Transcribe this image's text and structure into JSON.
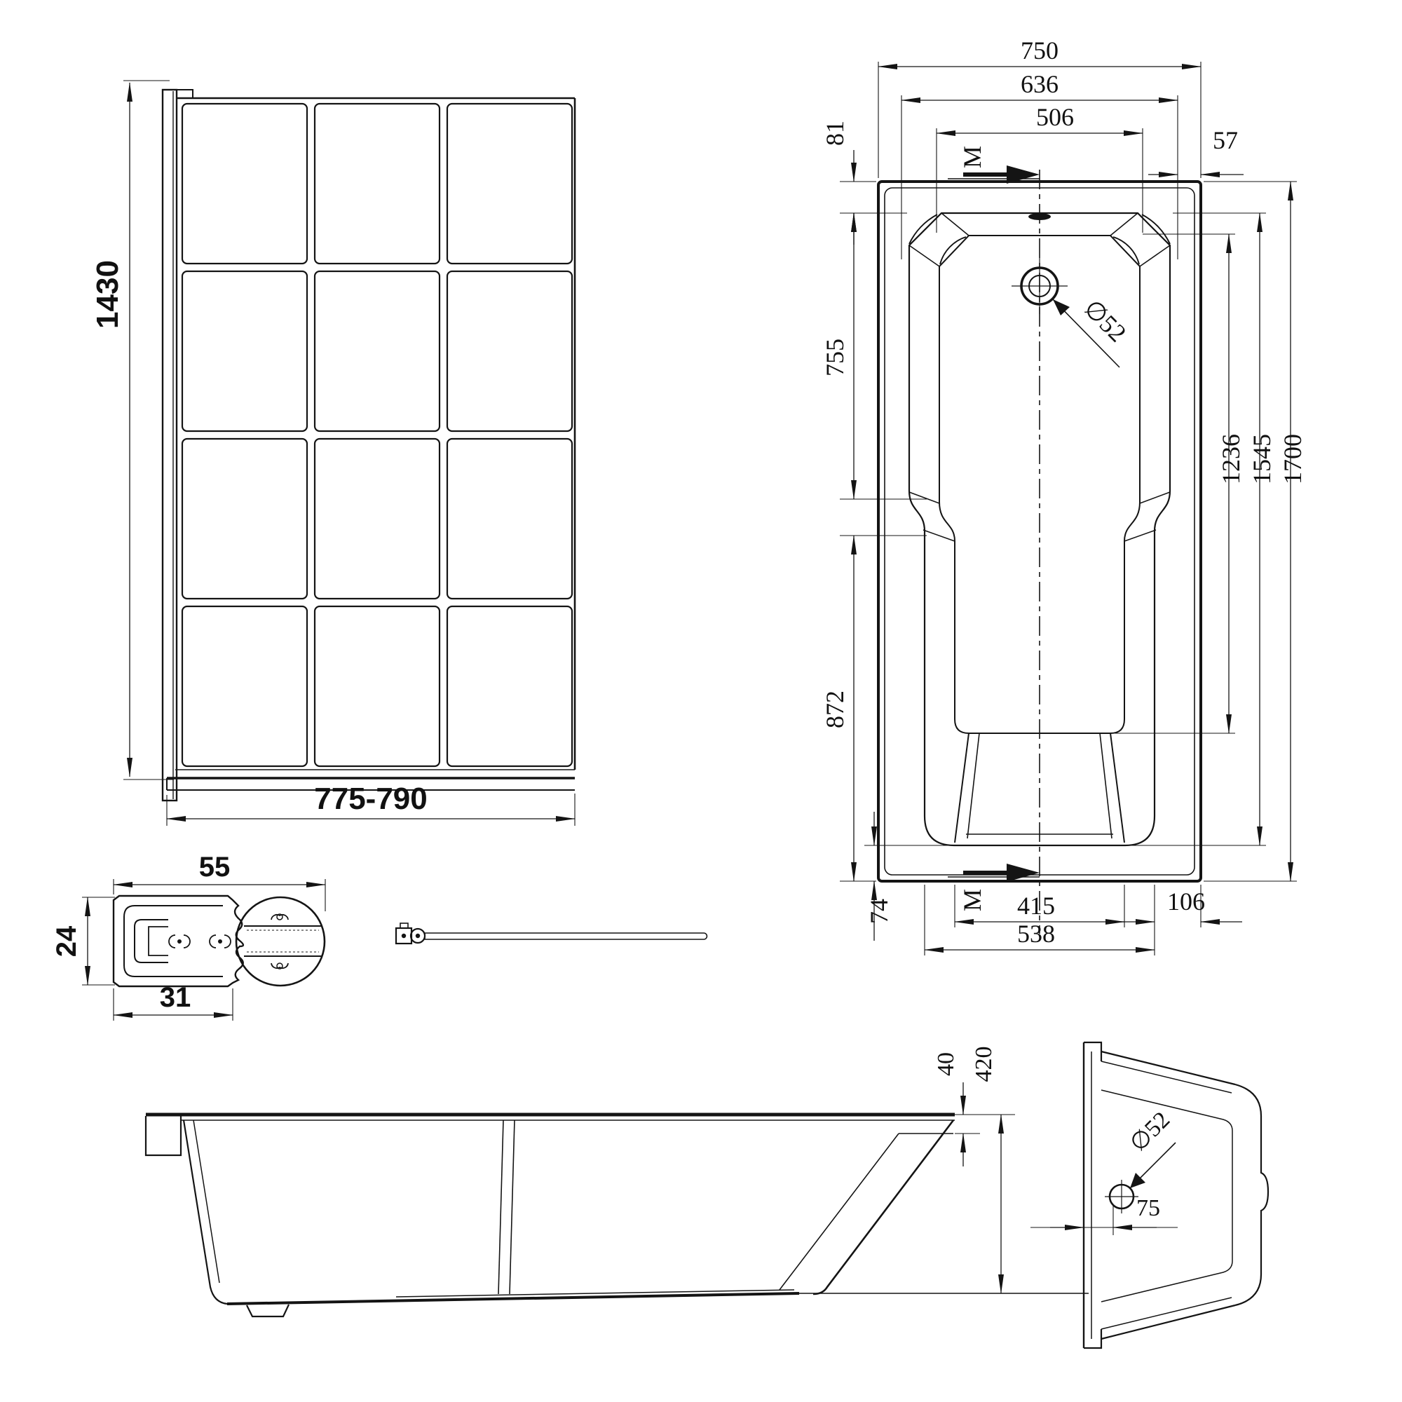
{
  "drawing": {
    "background_color": "#ffffff",
    "line_color": "#141414"
  },
  "screen_view": {
    "name": "shower screen front view",
    "height_label": "1430",
    "width_label": "775-790",
    "grid": {
      "columns": 3,
      "rows": 4
    }
  },
  "profile_detail": {
    "name": "frame profile cross-section",
    "width_label": "55",
    "height_label": "24",
    "inner_width_label": "31"
  },
  "plan_view": {
    "name": "bathtub plan view",
    "top_dims": {
      "overall_width": "750",
      "inner_width": "636",
      "basin_width": "506",
      "rim_offset": "81",
      "right_offset": "57"
    },
    "left_dims": {
      "upper_length": "755",
      "lower_length": "872"
    },
    "right_dims": {
      "floor_length": "1236",
      "basin_length": "1545",
      "overall_length": "1700"
    },
    "bottom_dims": {
      "rim_offset": "74",
      "floor_width": "415",
      "basin_width": "538",
      "right_offset": "106"
    },
    "drain_label": "∅52",
    "section_marker": "M"
  },
  "side_view": {
    "name": "bathtub side elevation",
    "rim_height": "40",
    "overall_height": "420"
  },
  "end_view": {
    "name": "bathtub end elevation",
    "drain_label": "∅52",
    "drain_offset": "75"
  }
}
